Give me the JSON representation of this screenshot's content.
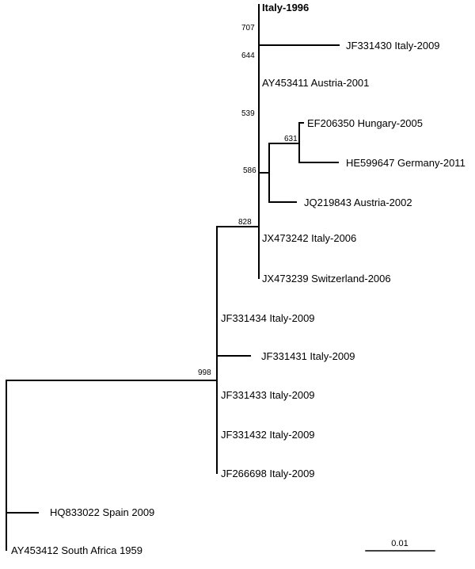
{
  "tree": {
    "taxa": [
      {
        "id": "t1",
        "label": "Italy-1996",
        "bold": true
      },
      {
        "id": "t2",
        "label": "JF331430 Italy-2009",
        "bold": false
      },
      {
        "id": "t3",
        "label": "AY453411 Austria-2001",
        "bold": false
      },
      {
        "id": "t4",
        "label": "EF206350 Hungary-2005",
        "bold": false
      },
      {
        "id": "t5",
        "label": "HE599647 Germany-2011",
        "bold": false
      },
      {
        "id": "t6",
        "label": "JQ219843 Austria-2002",
        "bold": false
      },
      {
        "id": "t7",
        "label": "JX473242 Italy-2006",
        "bold": false
      },
      {
        "id": "t8",
        "label": "JX473239 Switzerland-2006",
        "bold": false
      },
      {
        "id": "t9",
        "label": "JF331434 Italy-2009",
        "bold": false
      },
      {
        "id": "t10",
        "label": "JF331431 Italy-2009",
        "bold": false
      },
      {
        "id": "t11",
        "label": "JF331433 Italy-2009",
        "bold": false
      },
      {
        "id": "t12",
        "label": "JF331432 Italy-2009",
        "bold": false
      },
      {
        "id": "t13",
        "label": "JF266698 Italy-2009",
        "bold": false
      },
      {
        "id": "t14",
        "label": "HQ833022 Spain 2009",
        "bold": false
      },
      {
        "id": "t15",
        "label": "AY453412 South Africa 1959",
        "bold": false
      }
    ],
    "bootstrap": [
      {
        "node": "n707",
        "value": "707"
      },
      {
        "node": "n644",
        "value": "644"
      },
      {
        "node": "n539",
        "value": "539"
      },
      {
        "node": "n631",
        "value": "631"
      },
      {
        "node": "n586",
        "value": "586"
      },
      {
        "node": "n828",
        "value": "828"
      },
      {
        "node": "n998",
        "value": "998"
      }
    ],
    "scale_bar": {
      "label": "0.01",
      "value": 0.01
    }
  }
}
